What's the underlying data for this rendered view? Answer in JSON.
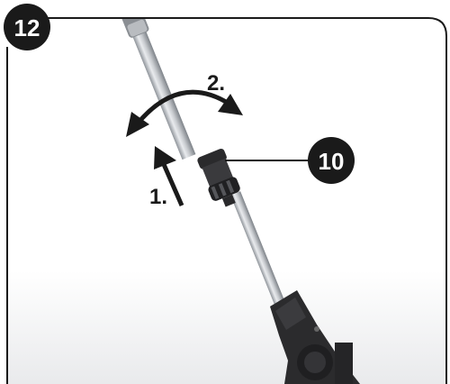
{
  "figure": {
    "step_number": "12",
    "callout_number": "10",
    "steps": [
      {
        "label": "1.",
        "action": "push-up-arrow"
      },
      {
        "label": "2.",
        "action": "rotate-arrow"
      }
    ],
    "colors": {
      "frame": "#1a1a1a",
      "badge_fill": "#1a1a1a",
      "badge_text": "#ffffff",
      "tube": "#cfd2d6",
      "tube_shade": "#9ea3a8",
      "dark_plastic": "#2a2a2c",
      "background": "#ffffff",
      "floor": "#f0f1f2"
    },
    "icons": [
      "curved-double-arrow-icon",
      "straight-arrow-icon"
    ]
  }
}
